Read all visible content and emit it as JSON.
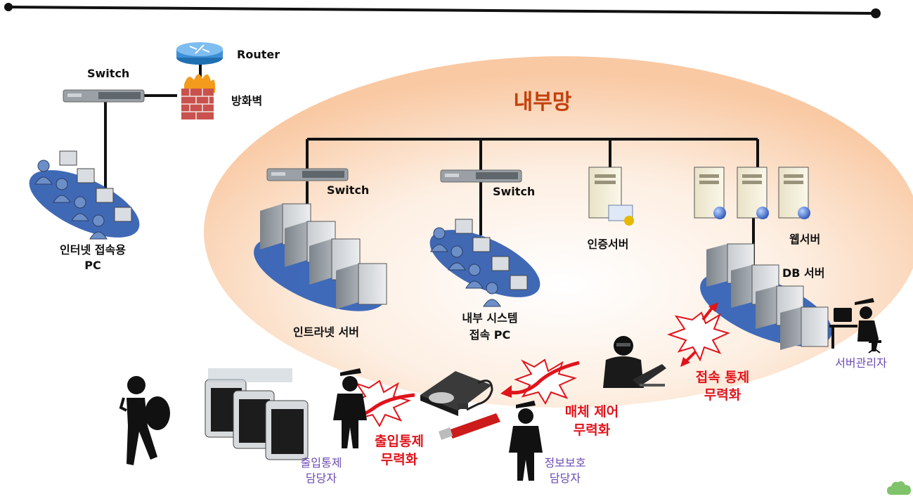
{
  "diagram": {
    "zone_label": "내부망",
    "devices": {
      "router": "Router",
      "firewall": "방화벽",
      "switch_external": "Switch",
      "switch_intranet": "Switch",
      "switch_internal": "Switch",
      "internet_pc": [
        "인터넷 접속용",
        "PC"
      ],
      "intranet_server": "인트라넷 서버",
      "internal_pc": [
        "내부 시스템",
        "접속 PC"
      ],
      "auth_server": "인증서버",
      "web_server": "웹서버",
      "db_server": "DB 서버"
    },
    "threats": {
      "access_control": [
        "접속 통제",
        "무력화"
      ],
      "media_control": [
        "매체 제어",
        "무력화"
      ],
      "entry_control": [
        "출입통제",
        "무력화"
      ]
    },
    "roles": {
      "server_admin": "서버관리자",
      "security_officer": [
        "정보보호",
        "담당자"
      ],
      "entry_officer": [
        "출입통제",
        "담당자"
      ]
    },
    "colors": {
      "threat_red": "#e0141b",
      "zone_title": "#c2410c",
      "role_purple": "#6b4bb3",
      "zone_fill": "#f9c9a3"
    }
  }
}
